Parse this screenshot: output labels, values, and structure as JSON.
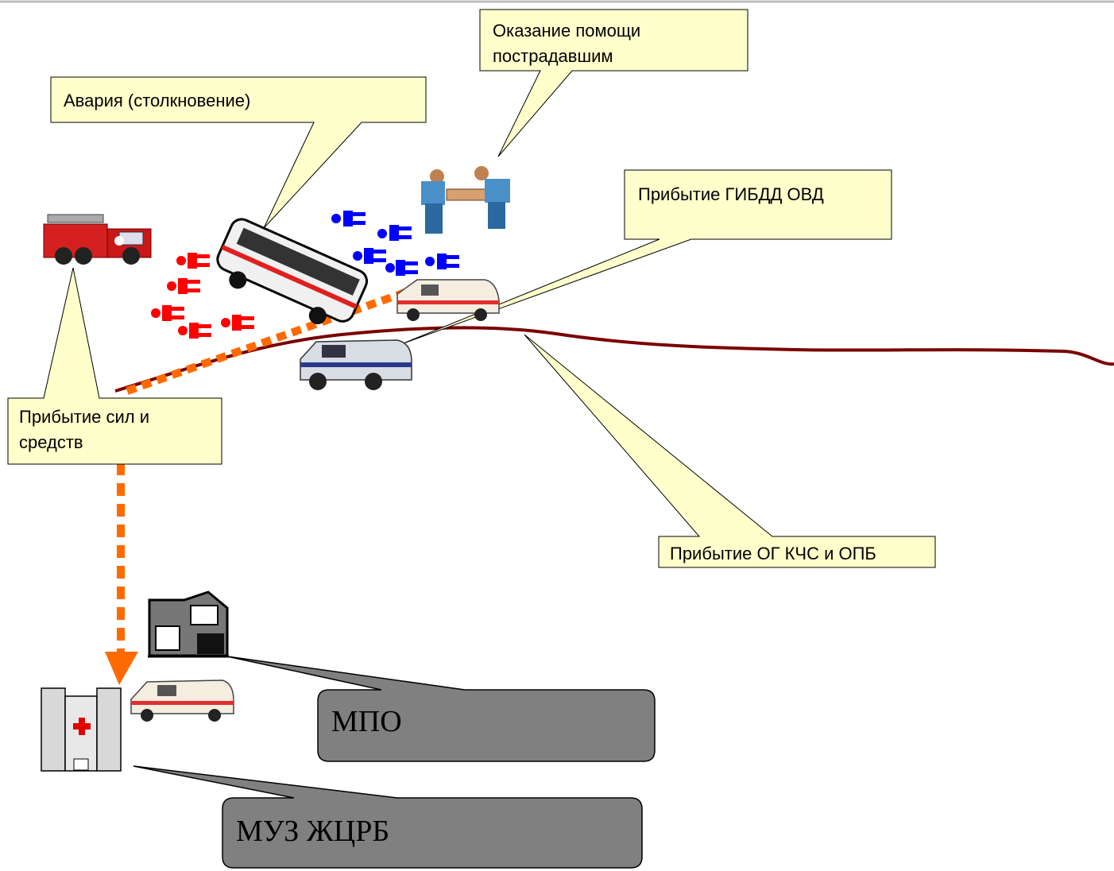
{
  "callouts": {
    "accident": "Авария  (столкновение)",
    "aid_line1": "Оказание помощи",
    "aid_line2": "пострадавшим",
    "traffic_police": "Прибытие ГИБДД ОВД",
    "forces_line1": "Прибытие сил и",
    "forces_line2": "средств",
    "emergency_group": "Прибытие ОГ КЧС и ОПБ"
  },
  "facilities": {
    "mpo": "МПО",
    "hospital": "МУЗ  ЖЦРБ"
  },
  "colors": {
    "callout_fill": "#ffffcc",
    "facility_fill": "#808080",
    "road": "#7a0000",
    "route": "#ff6a00",
    "victims_red": "#ff0000",
    "people_blue": "#0000ff"
  }
}
